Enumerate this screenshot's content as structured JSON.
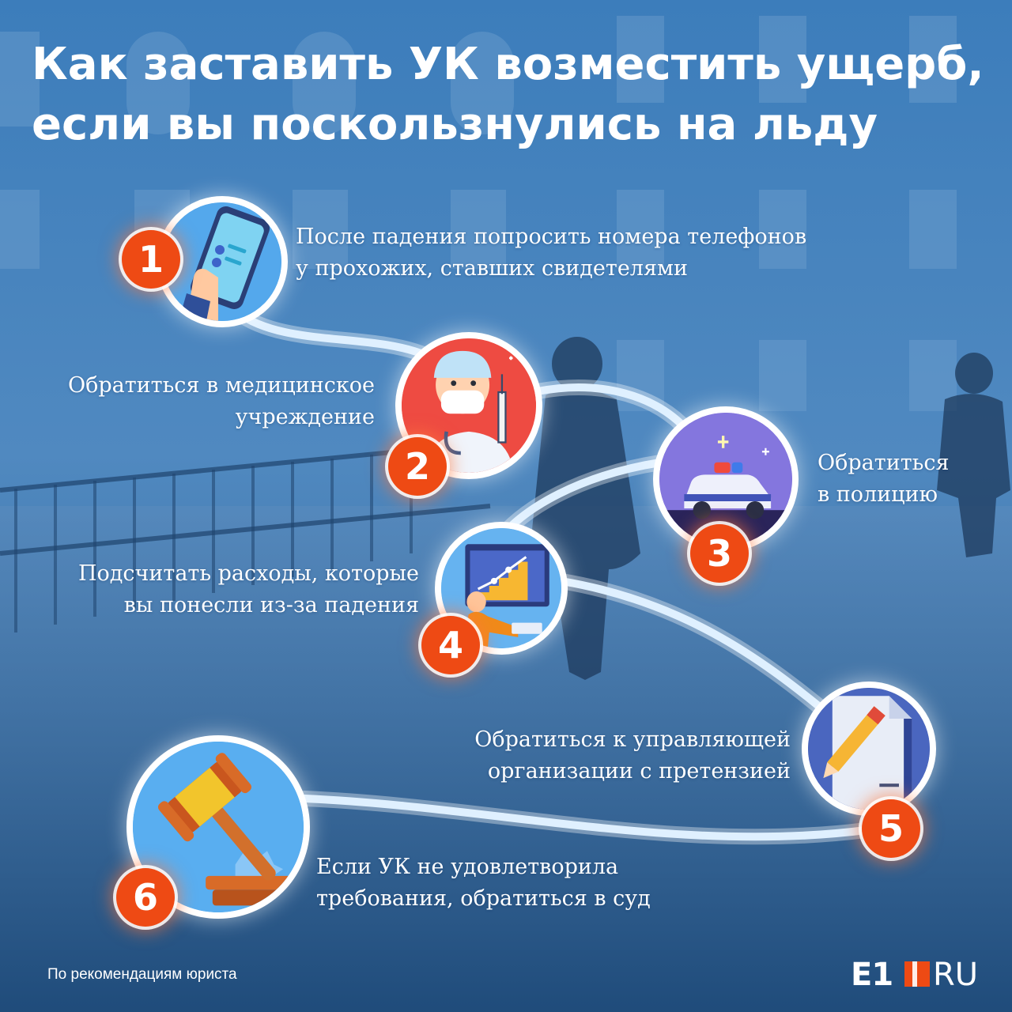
{
  "title": {
    "line1": "Как заставить УК  возместить ущерб,",
    "line2": "если вы поскользнулись на льду"
  },
  "steps": [
    {
      "number": "1",
      "icon": "smartphone-hand-icon",
      "lines": [
        "После падения попросить номера телефонов",
        "у прохожих, ставших свидетелями"
      ]
    },
    {
      "number": "2",
      "icon": "doctor-syringe-icon",
      "lines": [
        "Обратиться в медицинское",
        "учреждение"
      ]
    },
    {
      "number": "3",
      "icon": "police-car-icon",
      "lines": [
        "Обратиться",
        "в полицию"
      ]
    },
    {
      "number": "4",
      "icon": "growth-chart-icon",
      "lines": [
        "Подсчитать расходы, которые",
        "вы понесли из-за падения"
      ]
    },
    {
      "number": "5",
      "icon": "document-pencil-icon",
      "lines": [
        "Обратиться к управляющей",
        "организации с претензией"
      ]
    },
    {
      "number": "6",
      "icon": "judge-gavel-icon",
      "lines": [
        "Если УК не удовлетворила",
        "требования, обратиться в суд"
      ]
    }
  ],
  "footer": {
    "source": "По рекомендациям юриста"
  },
  "logo": {
    "e1": "E1",
    "ru": "RU"
  },
  "colors": {
    "badge": "#ee4a14",
    "curve": "#dff0ff",
    "background": "#2f6ea8"
  }
}
